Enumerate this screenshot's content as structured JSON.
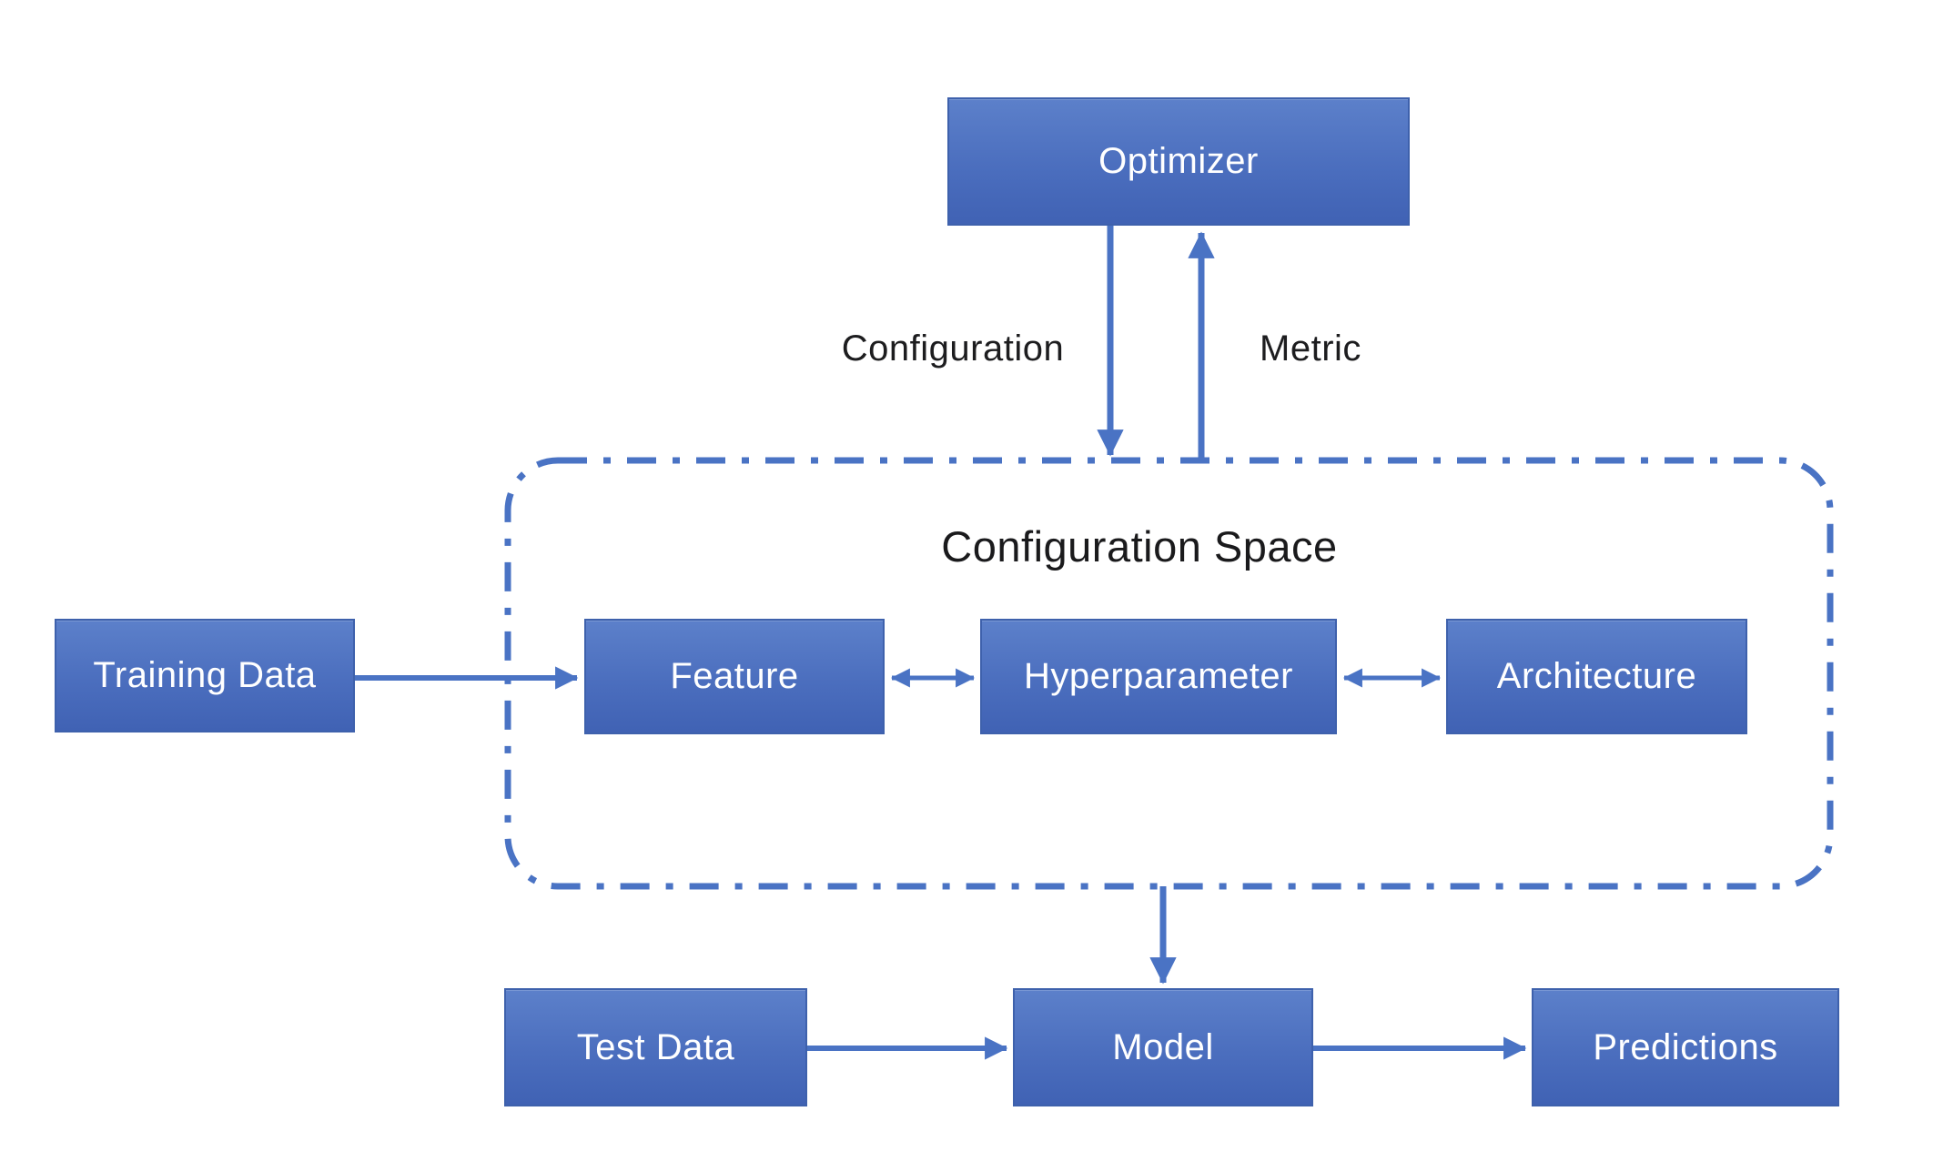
{
  "nodes": {
    "optimizer": {
      "label": "Optimizer"
    },
    "training_data": {
      "label": "Training Data"
    },
    "feature": {
      "label": "Feature"
    },
    "hyperparameter": {
      "label": "Hyperparameter"
    },
    "architecture": {
      "label": "Architecture"
    },
    "test_data": {
      "label": "Test Data"
    },
    "model": {
      "label": "Model"
    },
    "predictions": {
      "label": "Predictions"
    }
  },
  "groups": {
    "configuration_space": {
      "label": "Configuration Space"
    }
  },
  "edge_labels": {
    "configuration": "Configuration",
    "metric": "Metric"
  },
  "edges": [
    {
      "from": "optimizer",
      "to": "configuration_space",
      "label": "Configuration",
      "direction": "down"
    },
    {
      "from": "configuration_space",
      "to": "optimizer",
      "label": "Metric",
      "direction": "up"
    },
    {
      "from": "training_data",
      "to": "feature",
      "direction": "right"
    },
    {
      "from": "feature",
      "to": "hyperparameter",
      "direction": "both"
    },
    {
      "from": "hyperparameter",
      "to": "architecture",
      "direction": "both"
    },
    {
      "from": "configuration_space",
      "to": "model",
      "direction": "down"
    },
    {
      "from": "test_data",
      "to": "model",
      "direction": "right"
    },
    {
      "from": "model",
      "to": "predictions",
      "direction": "right"
    }
  ],
  "colors": {
    "node_fill_top": "#5C80CA",
    "node_fill_bottom": "#4062B4",
    "node_border": "#3E61AC",
    "node_text": "#FFFFFF",
    "arrow": "#4A73C4",
    "dashed_border": "#4A73C4",
    "label_text": "#1D1D1F"
  }
}
